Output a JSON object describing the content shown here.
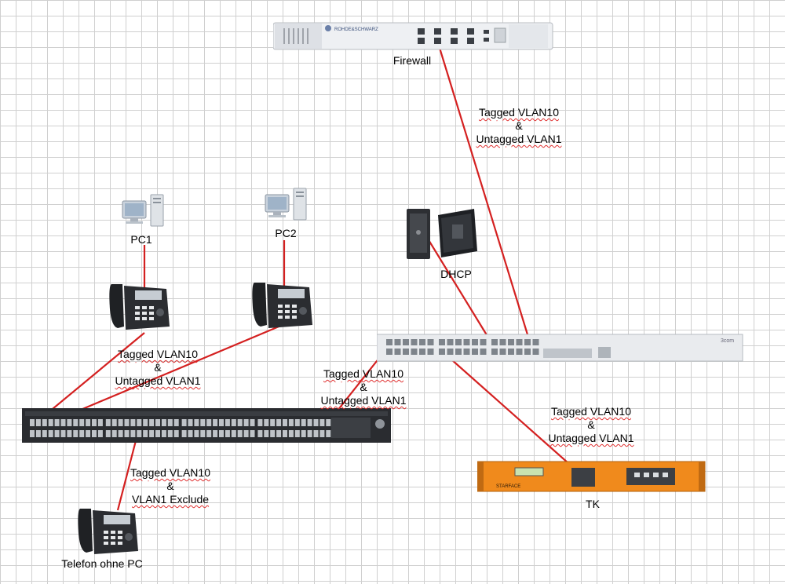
{
  "devices": {
    "firewall": {
      "label": "Firewall",
      "brand": "ROHDE&SCHWARZ"
    },
    "dhcp": {
      "label": "DHCP"
    },
    "pc1": {
      "label": "PC1"
    },
    "pc2": {
      "label": "PC2"
    },
    "tk": {
      "label": "TK",
      "brand": "STARFACE"
    },
    "phone_no_pc": {
      "label": "Telefon ohne PC"
    },
    "switch_small": {
      "brand": "3com"
    }
  },
  "links": {
    "fw_switch": {
      "line1": "Tagged VLAN10",
      "amp": "&",
      "line2": "Untagged VLAN1"
    },
    "phones_hp": {
      "line1": "Tagged VLAN10",
      "amp": "&",
      "line2": "Untagged VLAN1"
    },
    "hp_3com": {
      "line1": "Tagged VLAN10",
      "amp": "&",
      "line2": "Untagged VLAN1"
    },
    "tk_switch": {
      "line1": "Tagged VLAN10",
      "amp": "&",
      "line2": "Untagged VLAN1"
    },
    "phone_hp": {
      "line1": "Tagged VLAN10",
      "amp": "&",
      "line2": "VLAN1 Exclude"
    }
  },
  "colors": {
    "wire": "#d42020",
    "grid": "#d0d0d0"
  }
}
